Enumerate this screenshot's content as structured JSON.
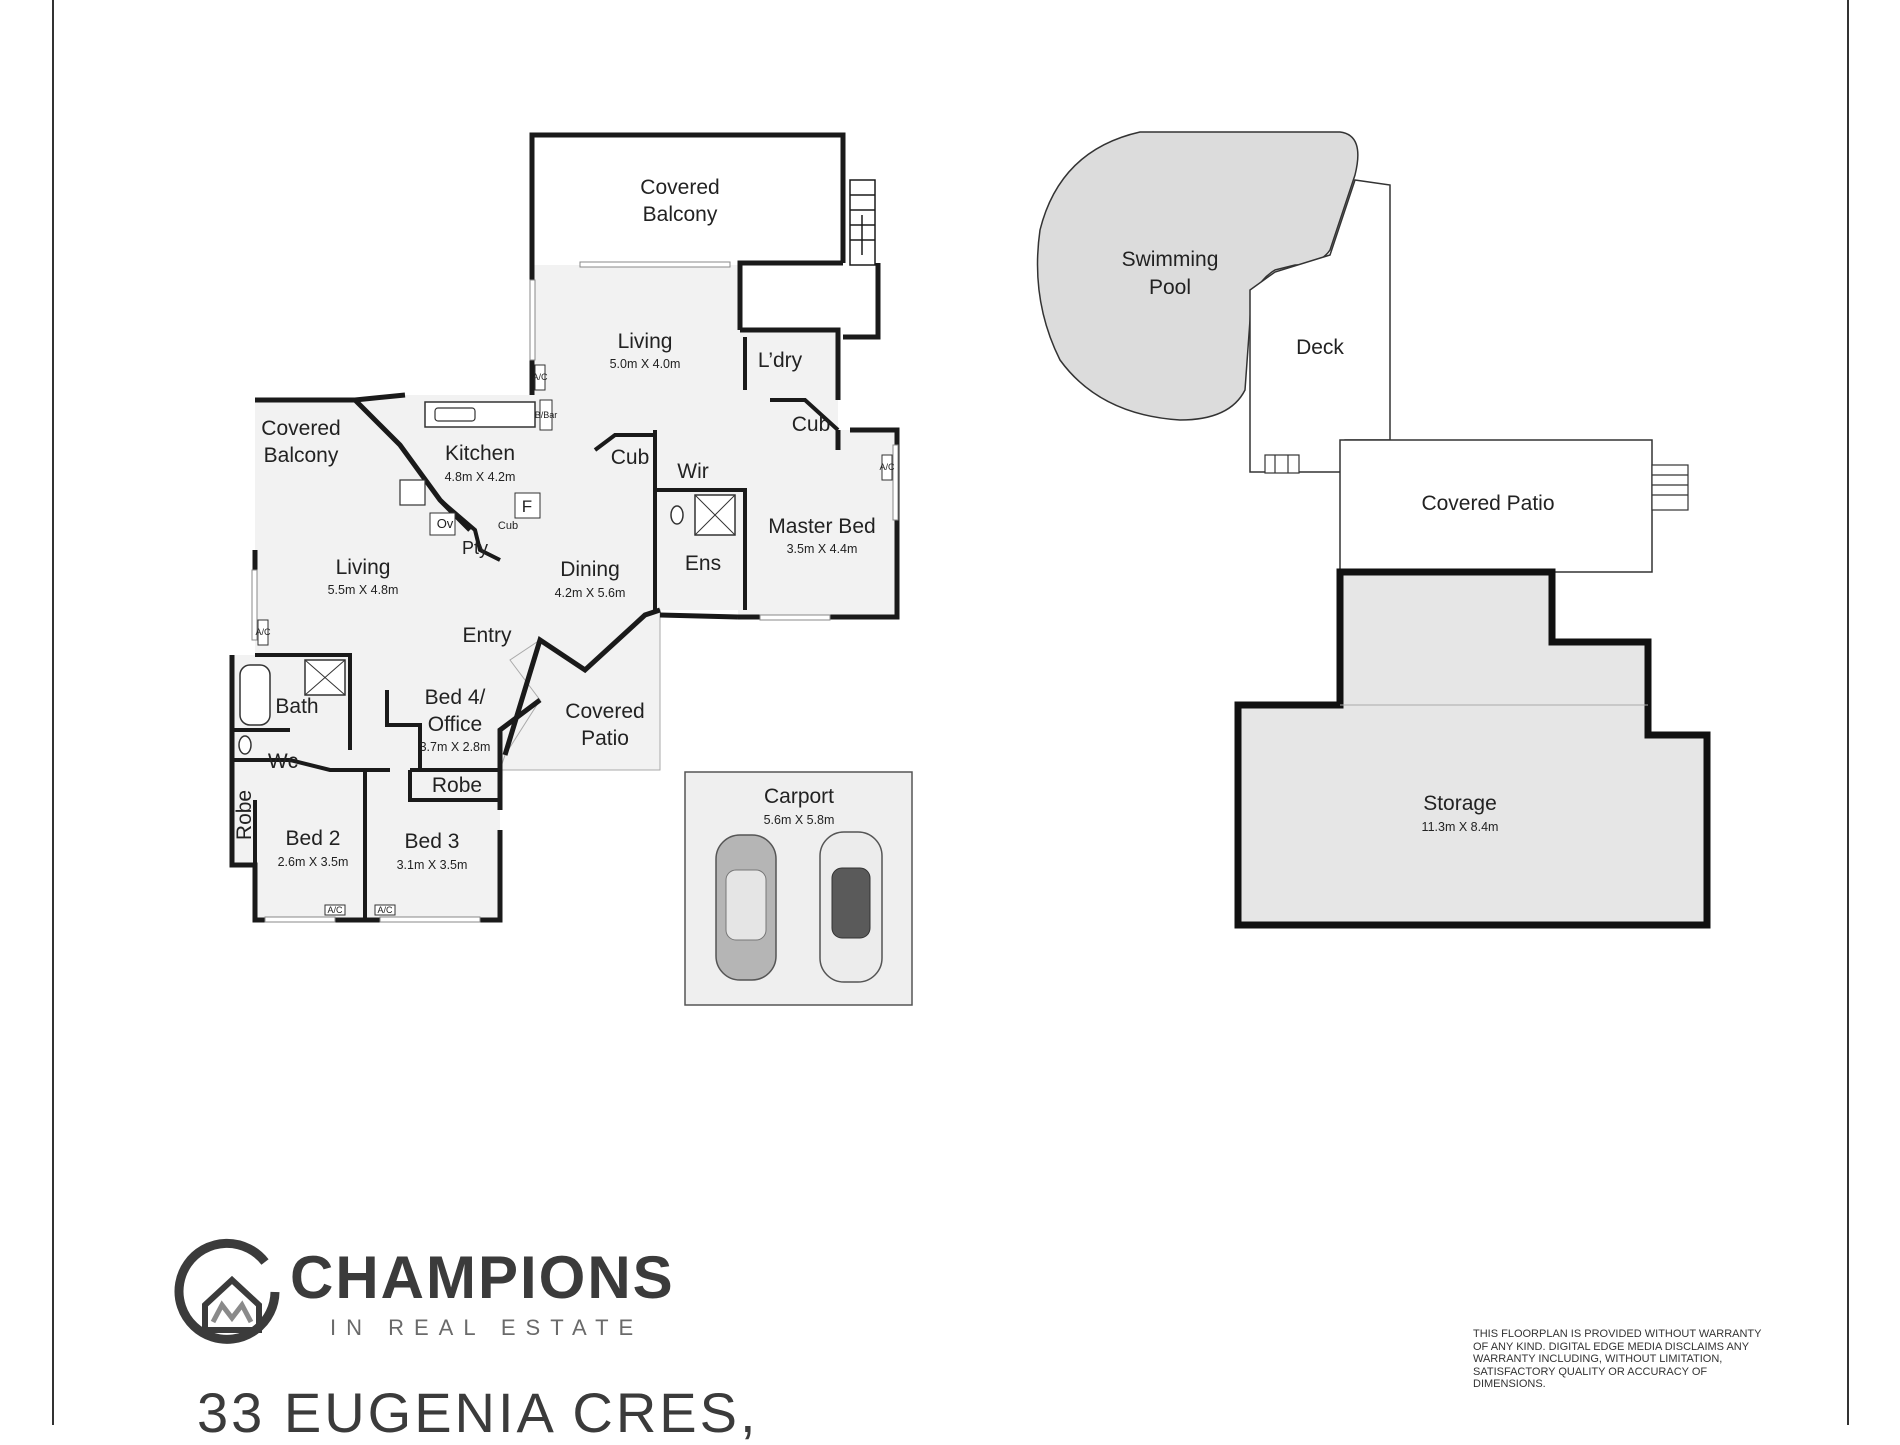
{
  "rooms": {
    "covered_balcony_top": [
      "Covered",
      "Balcony"
    ],
    "living_top": {
      "name": "Living",
      "dims": "5.0m X 4.0m"
    },
    "laundry": "L’dry",
    "cub_laundry": "Cub",
    "covered_balcony_left": [
      "Covered",
      "Balcony"
    ],
    "kitchen": {
      "name": "Kitchen",
      "dims": "4.8m X 4.2m"
    },
    "cub_kitchen": "Cub",
    "wir": "Wir",
    "master_bed": {
      "name": "Master Bed",
      "dims": "3.5m X 4.4m"
    },
    "ens": "Ens",
    "living_left": {
      "name": "Living",
      "dims": "5.5m X 4.8m"
    },
    "dining": {
      "name": "Dining",
      "dims": "4.2m X 5.6m"
    },
    "pantry": "Pty",
    "entry": "Entry",
    "bath": "Bath",
    "wc": "Wc",
    "bed4": {
      "name": [
        "Bed 4/",
        "Office"
      ],
      "dims": "3.7m X 2.8m"
    },
    "robe_bed4": "Robe",
    "covered_patio_front": [
      "Covered",
      "Patio"
    ],
    "robe_bed2": "Robe",
    "bed2": {
      "name": "Bed 2",
      "dims": "2.6m X 3.5m"
    },
    "bed3": {
      "name": "Bed 3",
      "dims": "3.1m X 3.5m"
    },
    "carport": {
      "name": "Carport",
      "dims": "5.6m X 5.8m"
    },
    "swimming_pool": [
      "Swimming",
      "Pool"
    ],
    "deck": "Deck",
    "covered_patio_rear": "Covered Patio",
    "storage": {
      "name": "Storage",
      "dims": "11.3m X 8.4m"
    }
  },
  "fixtures": {
    "ac": "A/C",
    "bbar": "B/Bar",
    "oven": "Ov",
    "fridge": "F",
    "cub_small": "Cub"
  },
  "brand": {
    "name": "CHAMPIONS",
    "tagline": "IN REAL ESTATE"
  },
  "address": "33 EUGENIA CRES,",
  "disclaimer": "This floorplan is provided without warranty of any kind. Digital Edge Media disclaims any warranty including, without limitation, satisfactory quality or accuracy of dimensions.",
  "colors": {
    "wall": "#1a1a1a",
    "room_fill": "#f2f2f2",
    "pool_fill": "#dcdcdc",
    "brand_text": "#3b3b3b"
  }
}
